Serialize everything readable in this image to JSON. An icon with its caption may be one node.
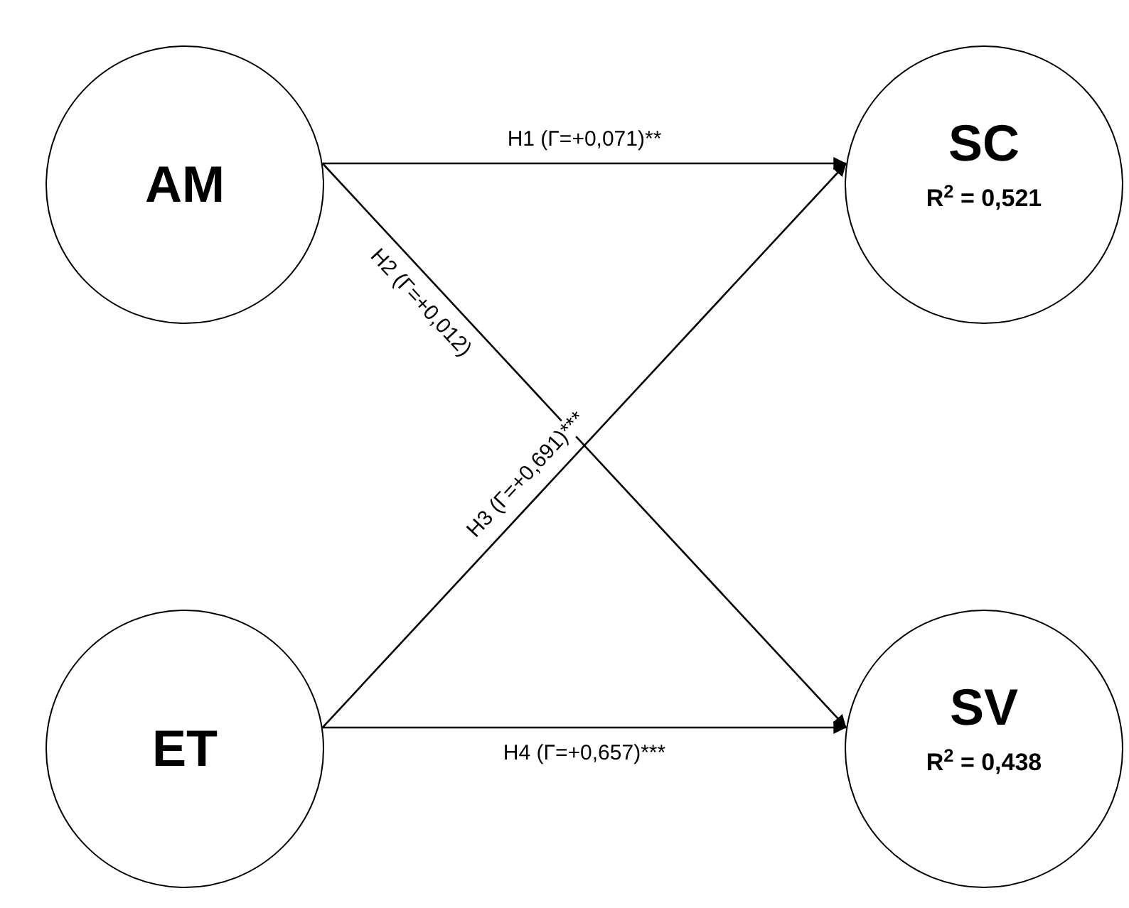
{
  "diagram": {
    "nodes": [
      {
        "text": [
          "AM"
        ]
      },
      {
        "text": [
          "SC",
          "R$^{2}$ = 0,521"
        ]
      },
      {
        "text": [
          "ET"
        ]
      },
      {
        "text": [
          "SV",
          "R$^{2}$ = 0,438"
        ]
      }
    ],
    "edges": [
      {
        "from": 0,
        "to": 1,
        "arrow": "to",
        "label": "H1 (Γ=+0,071)**"
      },
      {
        "from": 0,
        "to": 3,
        "arrow": "to",
        "label": "H2 (Γ=+0,012)"
      },
      {
        "from": 2,
        "to": 1,
        "arrow": "to",
        "label": "H3 (Γ=+0,691)***"
      },
      {
        "from": 2,
        "to": 3,
        "arrow": "to",
        "label": "H4 (Γ=+0,657)***"
      }
    ]
  }
}
